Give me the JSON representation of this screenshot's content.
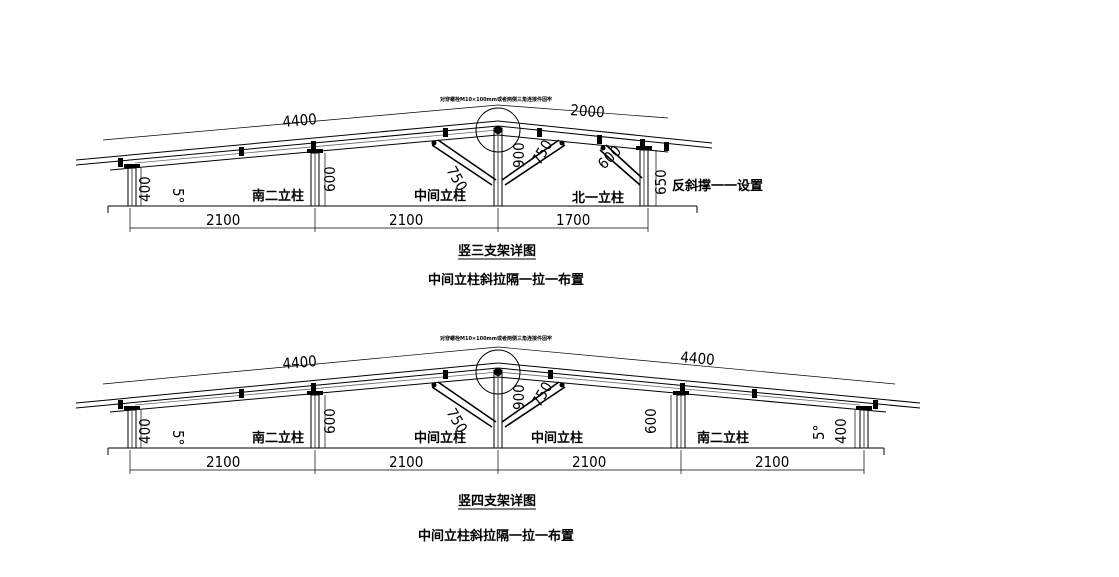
{
  "diagram1": {
    "top_note": "对穿螺栓M10×100mm或者两侧三角连接件固牢",
    "dims_top": [
      "4400",
      "2000"
    ],
    "dims_bottom": [
      "2100",
      "2100",
      "1700"
    ],
    "post_dims": [
      "400",
      "600",
      "650"
    ],
    "brace_dims": [
      "750",
      "750",
      "600"
    ],
    "center_dim": "900",
    "angle": "5°",
    "labels": [
      "南二立柱",
      "中间立柱",
      "北一立柱",
      "反斜撑一一设置"
    ],
    "title": "竖三支架详图",
    "subtitle": "中间立柱斜拉隔一拉一布置"
  },
  "diagram2": {
    "top_note": "对穿螺栓M10×100mm或者两侧三角连接件固牢",
    "dims_top": [
      "4400",
      "4400"
    ],
    "dims_bottom": [
      "2100",
      "2100",
      "2100",
      "2100"
    ],
    "post_dims": [
      "400",
      "600",
      "600",
      "400"
    ],
    "brace_dims": [
      "750",
      "750"
    ],
    "center_dim": "900",
    "angles": [
      "5°",
      "5°"
    ],
    "labels": [
      "南二立柱",
      "中间立柱",
      "中间立柱",
      "南二立柱"
    ],
    "title": "竖四支架详图",
    "subtitle": "中间立柱斜拉隔一拉一布置"
  }
}
